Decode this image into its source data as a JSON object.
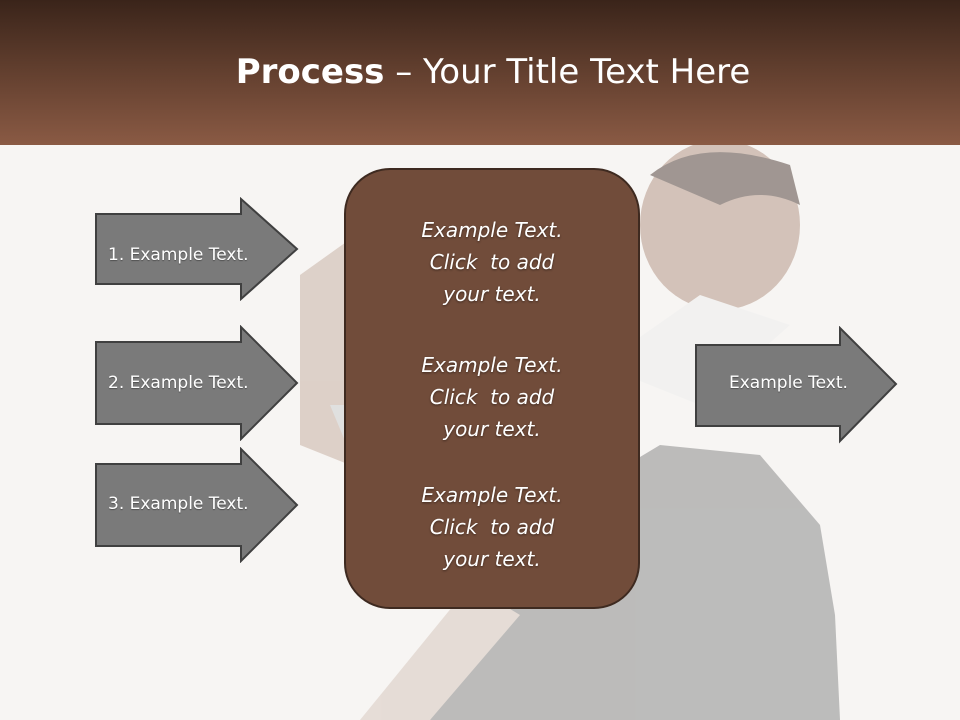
{
  "header": {
    "title_bold": "Process",
    "title_rest": " – Your Title Text Here"
  },
  "left_arrows": [
    {
      "label": "1. Example Text."
    },
    {
      "label": "2. Example Text."
    },
    {
      "label": "3. Example Text."
    }
  ],
  "center_box": {
    "blocks": [
      {
        "line1": "Example Text.",
        "line2": "Click  to add",
        "line3": "your text."
      },
      {
        "line1": "Example Text.",
        "line2": "Click  to add",
        "line3": "your text."
      },
      {
        "line1": "Example Text.",
        "line2": "Click  to add",
        "line3": "your text."
      }
    ]
  },
  "right_arrow": {
    "label": "Example Text."
  },
  "colors": {
    "header_dark": "#3a241a",
    "header_light": "#8a5a44",
    "center_box_fill": "#714c3a",
    "arrow_fill": "#7a7a7a",
    "arrow_border": "#404040"
  }
}
